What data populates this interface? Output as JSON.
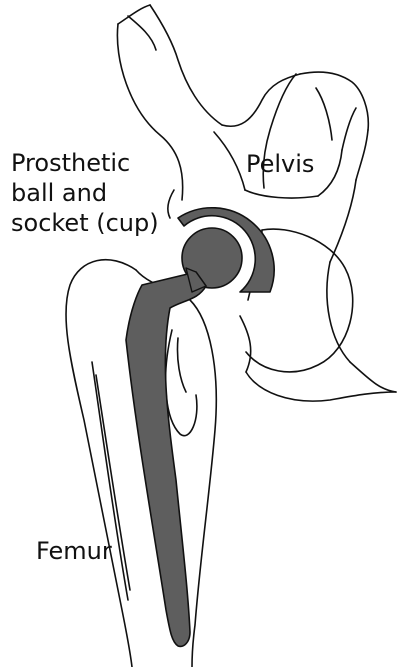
{
  "labels": {
    "prosthetic_line1": "Prosthetic",
    "prosthetic_line2": "ball and",
    "prosthetic_line3": "socket (cup)",
    "pelvis": "Pelvis",
    "femur": "Femur"
  },
  "colors": {
    "outline": "#111111",
    "prosthesis_fill": "#5e5e5e",
    "background": "#ffffff"
  }
}
